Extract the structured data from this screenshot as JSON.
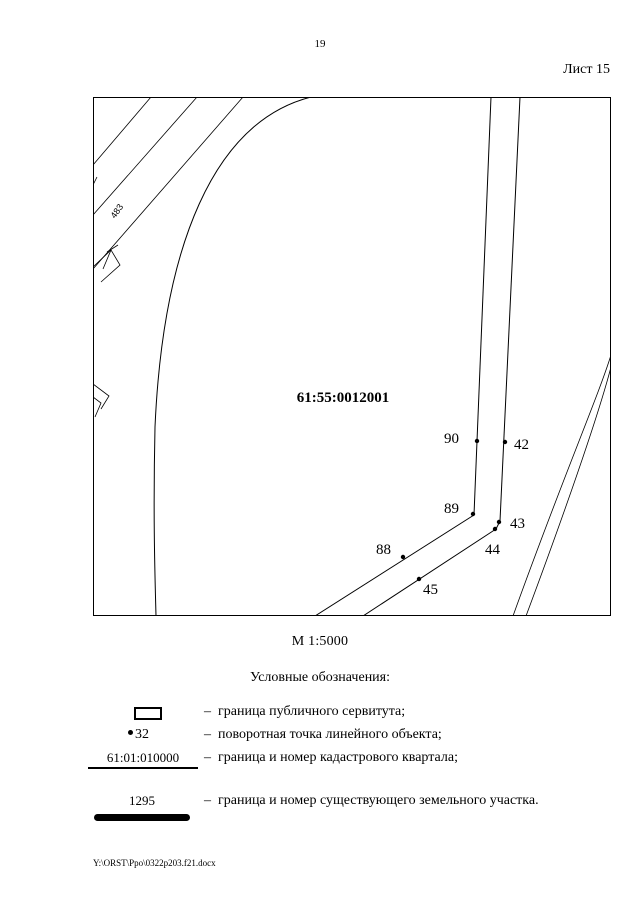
{
  "page_number": "19",
  "sheet_label": "Лист 15",
  "map": {
    "cadastral_quarter": "61:55:0012001",
    "building_label": "483",
    "points": [
      {
        "label": "90"
      },
      {
        "label": "42"
      },
      {
        "label": "89"
      },
      {
        "label": "43"
      },
      {
        "label": "88"
      },
      {
        "label": "44"
      },
      {
        "label": "45"
      }
    ]
  },
  "scale": "М 1:5000",
  "legend": {
    "title": "Условные обозначения:",
    "dash": "–",
    "items": [
      {
        "symbol": "rectangle",
        "text": "граница публичного сервитута;"
      },
      {
        "symbol": "point",
        "symbol_text": "32",
        "text": "поворотная точка линейного объекта;"
      },
      {
        "symbol": "quarter-line",
        "symbol_text": "61:01:010000",
        "text": "граница и номер кадастрового квартала;"
      },
      {
        "symbol": "parcel-line",
        "symbol_text": "1295",
        "text": "граница и номер существующего земельного участка."
      }
    ]
  },
  "footer_path": "Y:\\ORST\\Ppo\\0322p203.f21.docx"
}
